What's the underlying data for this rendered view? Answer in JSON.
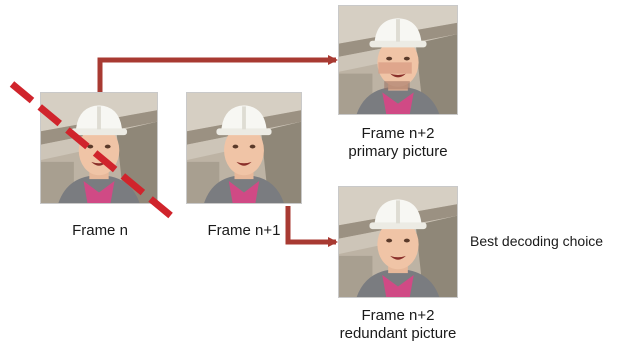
{
  "frames": {
    "frame_n": {
      "label": "Frame n"
    },
    "frame_n1": {
      "label": "Frame n+1"
    },
    "frame_n2_primary": {
      "label_line1": "Frame n+2",
      "label_line2": "primary picture"
    },
    "frame_n2_redundant": {
      "label_line1": "Frame n+2",
      "label_line2": "redundant picture"
    }
  },
  "annotation": {
    "text": "Best decoding choice"
  },
  "colors": {
    "arrow": "#a83a32",
    "strike": "#d0242c"
  },
  "icons": {
    "frame_content": "person-in-hard-hat-photo",
    "strike_marker": "dashed-strike-line"
  }
}
